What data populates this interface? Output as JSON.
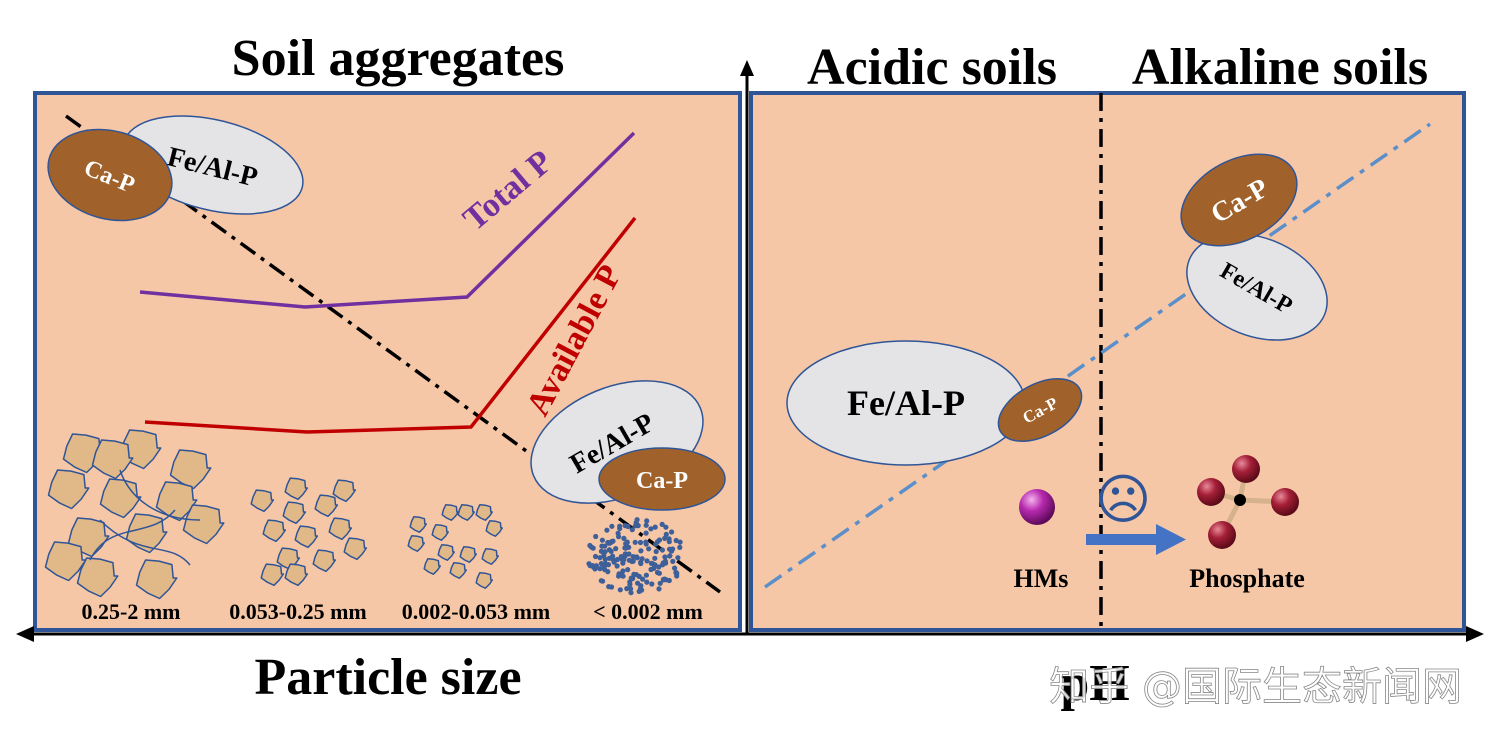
{
  "left_panel": {
    "title": "Soil aggregates",
    "x_axis_label": "Particle size",
    "total_p_label": "Total P",
    "available_p_label": "Available P",
    "size_classes": [
      "0.25-2 mm",
      "0.053-0.25 mm",
      "0.002-0.053 mm",
      "< 0.002 mm"
    ],
    "top_left_cluster": {
      "fe_al_label": "Fe/Al-P",
      "ca_label": "Ca-P"
    },
    "bottom_right_cluster": {
      "fe_al_label": "Fe/Al-P",
      "ca_label": "Ca-P"
    }
  },
  "right_panel": {
    "acidic_label": "Acidic soils",
    "alkaline_label": "Alkaline soils",
    "x_axis_label": "pH",
    "left_cluster": {
      "fe_al_label": "Fe/Al-P",
      "ca_label": "Ca-P"
    },
    "right_cluster": {
      "fe_al_label": "Fe/Al-P",
      "ca_label": "Ca-P"
    },
    "hms_label": "HMs",
    "phosphate_label": "Phosphate",
    "sad_face_glyph": "☹"
  },
  "watermark": "知乎 @国际生态新闻网",
  "colors": {
    "panel_fill": "#f6c7a7",
    "panel_border": "#2f5597",
    "ca_p_fill": "#a0622a",
    "fe_al_p_fill": "#e4e4e6",
    "total_p": "#7030a0",
    "available_p": "#c00000",
    "ph_line": "#5b8fc9",
    "arrow": "#4472c4",
    "hm_ball": "#a0179a",
    "phosphate_ball": "#8e1a2e"
  }
}
